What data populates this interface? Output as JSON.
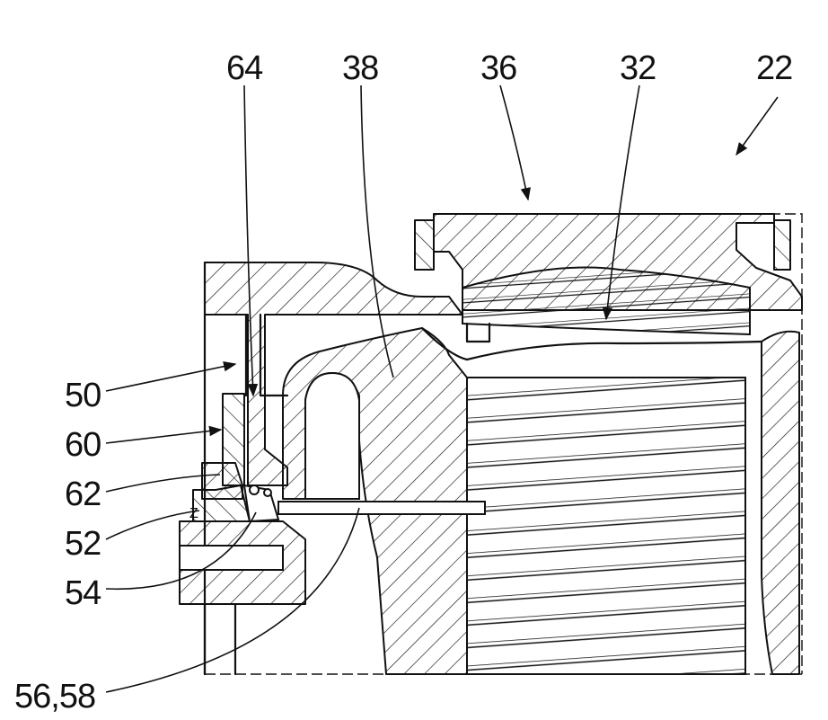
{
  "figure": {
    "labels": {
      "ref_22": "22",
      "ref_32": "32",
      "ref_36": "36",
      "ref_38": "38",
      "ref_64": "64",
      "ref_50": "50",
      "ref_60": "60",
      "ref_62": "62",
      "ref_52": "52",
      "ref_54": "54",
      "ref_56_58": "56,58",
      "ref_z": "Z"
    }
  }
}
